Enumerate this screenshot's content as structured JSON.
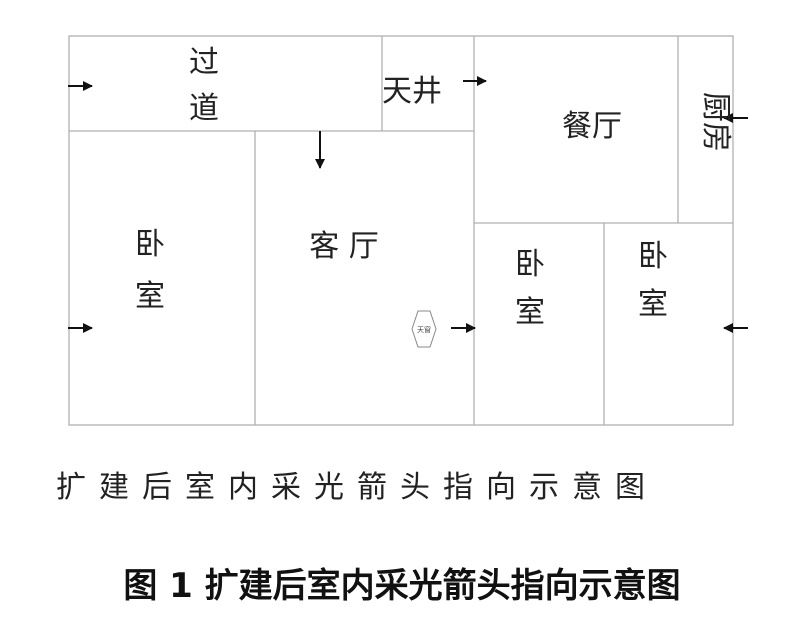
{
  "rooms": {
    "corridor": {
      "line1": "过",
      "line2": "道"
    },
    "courtyard": "天井",
    "dining": "餐厅",
    "kitchen": "厨房",
    "bedroom_left": {
      "line1": "卧",
      "line2": "室"
    },
    "living": "客 厅",
    "bedroom_mid": {
      "line1": "卧",
      "line2": "室"
    },
    "bedroom_right": {
      "line1": "卧",
      "line2": "室"
    }
  },
  "skylight_label": "天窗",
  "caption_sub": "扩建后室内采光箭头指向示意图",
  "caption_main": "图 1   扩建后室内采光箭头指向示意图",
  "colors": {
    "wall": "#b0b0b0",
    "arrow": "#111111",
    "text": "#222222"
  }
}
